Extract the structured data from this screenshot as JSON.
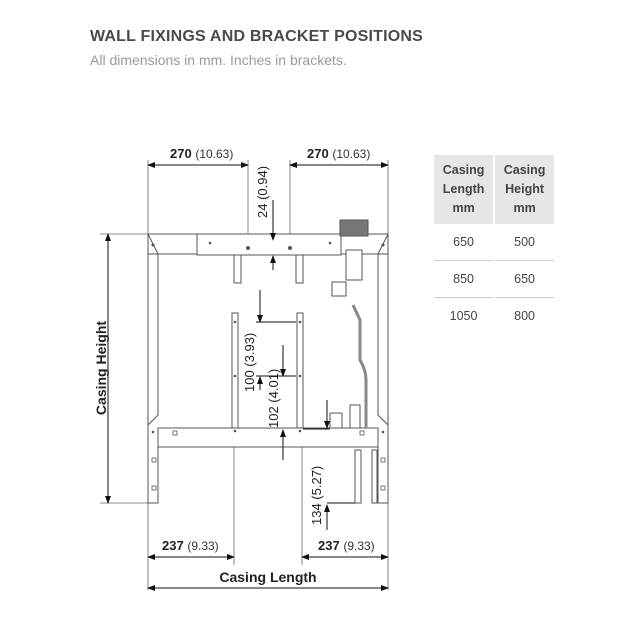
{
  "header": {
    "title": "WALL FIXINGS AND BRACKET POSITIONS",
    "subtitle": "All dimensions in mm. Inches in brackets."
  },
  "dimensions": {
    "top_left": {
      "value": "270",
      "inches": "(10.63)"
    },
    "top_right": {
      "value": "270",
      "inches": "(10.63)"
    },
    "top_offset": "24 (0.94)",
    "mid_upper": "100 (3.93)",
    "mid_lower": "102 (4.01)",
    "rail_bottom": "134 (5.27)",
    "bottom_left": {
      "value": "237",
      "inches": "(9.33)"
    },
    "bottom_right": {
      "value": "237",
      "inches": "(9.33)"
    },
    "casing_length": "Casing Length",
    "casing_height": "Casing Height"
  },
  "table": {
    "headers": [
      [
        "Casing",
        "Length",
        "mm"
      ],
      [
        "Casing",
        "Height",
        "mm"
      ]
    ],
    "rows": [
      [
        "650",
        "500"
      ],
      [
        "850",
        "650"
      ],
      [
        "1050",
        "800"
      ]
    ]
  }
}
